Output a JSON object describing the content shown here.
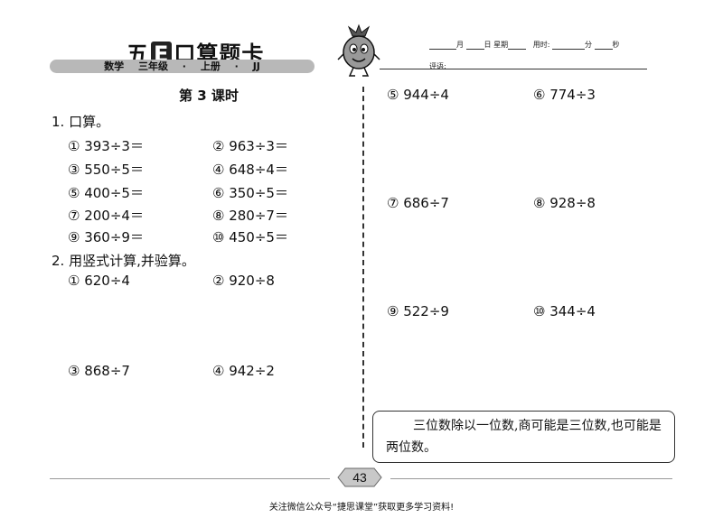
{
  "header": {
    "title_pre": "五",
    "title_e": "E",
    "title_post": "口算题卡",
    "subject": "数学",
    "grade": "三年级",
    "dot1": "·",
    "volume": "上册",
    "dot2": "·",
    "edition": "JJ",
    "month": "月",
    "day": "日",
    "weekday": "星期",
    "time_used": "用时:",
    "minute": "分",
    "second": "秒",
    "review": "评语:"
  },
  "lesson": "第 3 课时",
  "section1": {
    "title": "1. 口算。",
    "items": [
      "① 393÷3＝",
      "② 963÷3＝",
      "③ 550÷5＝",
      "④ 648÷4＝",
      "⑤ 400÷5＝",
      "⑥ 350÷5＝",
      "⑦ 200÷4＝",
      "⑧ 280÷7＝",
      "⑨ 360÷9＝",
      "⑩ 450÷5＝"
    ]
  },
  "section2": {
    "title": "2. 用竖式计算,并验算。",
    "left_items": [
      "① 620÷4",
      "② 920÷8",
      "③ 868÷7",
      "④ 942÷2"
    ],
    "right_items": [
      "⑤ 944÷4",
      "⑥ 774÷3",
      "⑦ 686÷7",
      "⑧ 928÷8",
      "⑨ 522÷9",
      "⑩ 344÷4"
    ]
  },
  "tip": "三位数除以一位数,商可能是三位数,也可能是两位数。",
  "page_number": "43",
  "footer": "关注微信公众号“捷思课堂”获取更多学习资料!"
}
